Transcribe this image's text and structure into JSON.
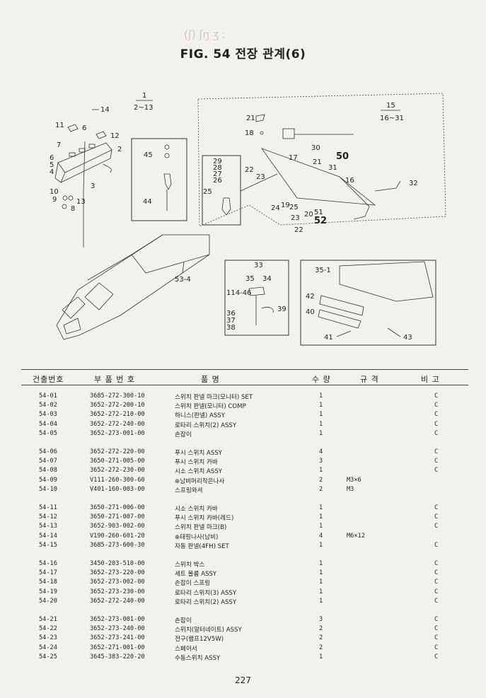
{
  "title": "FIG. 54 전장 관계(6)",
  "page_number": "227",
  "headers": {
    "no": "건출번호",
    "part_no": "부 품 번 호",
    "name": "품 명",
    "qty": "수 량",
    "spec": "규 격",
    "remark": "비 고"
  },
  "diagram_labels": {
    "l1": "1",
    "l2_13": "2~13",
    "l14": "14",
    "l11": "11",
    "l6": "6",
    "l12": "12",
    "l2": "2",
    "l7": "7",
    "l6b": "6",
    "l5": "5",
    "l4": "4",
    "l3": "3",
    "l10": "10",
    "l9": "9",
    "l8": "8",
    "l13": "13",
    "l45": "45",
    "l44": "44",
    "l53_4": "53-4",
    "l15": "15",
    "l16_31": "16~31",
    "l21": "21",
    "l18": "18",
    "l30": "30",
    "l17": "17",
    "l21b": "21",
    "l50": "50",
    "l31": "31",
    "l29": "29",
    "l28": "28",
    "l27": "27",
    "l26": "26",
    "l22": "22",
    "l23": "23",
    "l25": "25",
    "l16": "16",
    "l32": "32",
    "l24": "24",
    "l19": "19",
    "l25b": "25",
    "l20": "20",
    "l51": "51",
    "l23b": "23",
    "l52": "52",
    "l22b": "22",
    "l33": "33",
    "l35": "35",
    "l34": "34",
    "l114_46": "114-46",
    "l36": "36",
    "l37": "37",
    "l38": "38",
    "l39": "39",
    "l35_1": "35-1",
    "l42": "42",
    "l40": "40",
    "l41": "41",
    "l43": "43"
  },
  "groups": [
    [
      {
        "no": "54-01",
        "pn": "3685-272-300-10",
        "name": "스위치 판넬 마크(모니터) SET",
        "qty": "1",
        "spec": "",
        "rm": "C"
      },
      {
        "no": "54-02",
        "pn": "3652-272-200-10",
        "name": "스위치 판넬(모니터) COMP",
        "qty": "1",
        "spec": "",
        "rm": "C"
      },
      {
        "no": "54-03",
        "pn": "3652-272-210-00",
        "name": "하니스(판넬) ASSY",
        "qty": "1",
        "spec": "",
        "rm": "C"
      },
      {
        "no": "54-04",
        "pn": "3652-272-240-00",
        "name": "로타리 스위치(2) ASSY",
        "qty": "1",
        "spec": "",
        "rm": "C"
      },
      {
        "no": "54-05",
        "pn": "3652-273-001-00",
        "name": "손잡이",
        "qty": "1",
        "spec": "",
        "rm": "C"
      }
    ],
    [
      {
        "no": "54-06",
        "pn": "3652-272-220-00",
        "name": "푸시 스위치 ASSY",
        "qty": "4",
        "spec": "",
        "rm": "C"
      },
      {
        "no": "54-07",
        "pn": "3650-271-005-00",
        "name": "푸시 스위치 카바",
        "qty": "3",
        "spec": "",
        "rm": "C"
      },
      {
        "no": "54-08",
        "pn": "3652-272-230-00",
        "name": "시소 스위치 ASSY",
        "qty": "1",
        "spec": "",
        "rm": "C"
      },
      {
        "no": "54-09",
        "pn": "V111-260-300-60",
        "name": "⊕남비머리작은나사",
        "qty": "2",
        "spec": "M3×6",
        "rm": ""
      },
      {
        "no": "54-10",
        "pn": "V401-160-003-00",
        "name": "스프링와셔",
        "qty": "2",
        "spec": "M3",
        "rm": ""
      }
    ],
    [
      {
        "no": "54-11",
        "pn": "3650-271-006-00",
        "name": "시소 스위치 카바",
        "qty": "1",
        "spec": "",
        "rm": "C"
      },
      {
        "no": "54-12",
        "pn": "3650-271-007-00",
        "name": "푸시 스위치 카바(레드)",
        "qty": "1",
        "spec": "",
        "rm": "C"
      },
      {
        "no": "54-13",
        "pn": "3652-903-002-00",
        "name": "스위치 판넬 마크(B)",
        "qty": "1",
        "spec": "",
        "rm": "C"
      },
      {
        "no": "54-14",
        "pn": "V190-260-601-20",
        "name": "⊕태핑나사(남비)",
        "qty": "4",
        "spec": "M6×12",
        "rm": ""
      },
      {
        "no": "54-15",
        "pn": "3685-273-600-30",
        "name": "자동 판넬(4FH) SET",
        "qty": "1",
        "spec": "",
        "rm": "C"
      }
    ],
    [
      {
        "no": "54-16",
        "pn": "3450-203-510-00",
        "name": "스위치 박스",
        "qty": "1",
        "spec": "",
        "rm": "C"
      },
      {
        "no": "54-17",
        "pn": "3652-273-220-00",
        "name": "세트 볼륨 ASSY",
        "qty": "1",
        "spec": "",
        "rm": "C"
      },
      {
        "no": "54-18",
        "pn": "3652-273-002-00",
        "name": "손잡이 스프링",
        "qty": "1",
        "spec": "",
        "rm": "C"
      },
      {
        "no": "54-19",
        "pn": "3652-273-230-00",
        "name": "로타리 스위치(3) ASSY",
        "qty": "1",
        "spec": "",
        "rm": "C"
      },
      {
        "no": "54-20",
        "pn": "3652-272-240-00",
        "name": "로타리 스위치(2) ASSY",
        "qty": "1",
        "spec": "",
        "rm": "C"
      }
    ],
    [
      {
        "no": "54-21",
        "pn": "3652-273-001-00",
        "name": "손잡이",
        "qty": "3",
        "spec": "",
        "rm": "C"
      },
      {
        "no": "54-22",
        "pn": "3652-273-240-00",
        "name": "스위치(알터네이트) ASSY",
        "qty": "2",
        "spec": "",
        "rm": "C"
      },
      {
        "no": "54-23",
        "pn": "3652-273-241-00",
        "name": "전구(램프12V5W)",
        "qty": "2",
        "spec": "",
        "rm": "C"
      },
      {
        "no": "54-24",
        "pn": "3652-271-001-00",
        "name": "스페이서",
        "qty": "2",
        "spec": "",
        "rm": "C"
      },
      {
        "no": "54-25",
        "pn": "3645-383-220-20",
        "name": "수동스위치 ASSY",
        "qty": "1",
        "spec": "",
        "rm": "C"
      }
    ]
  ]
}
